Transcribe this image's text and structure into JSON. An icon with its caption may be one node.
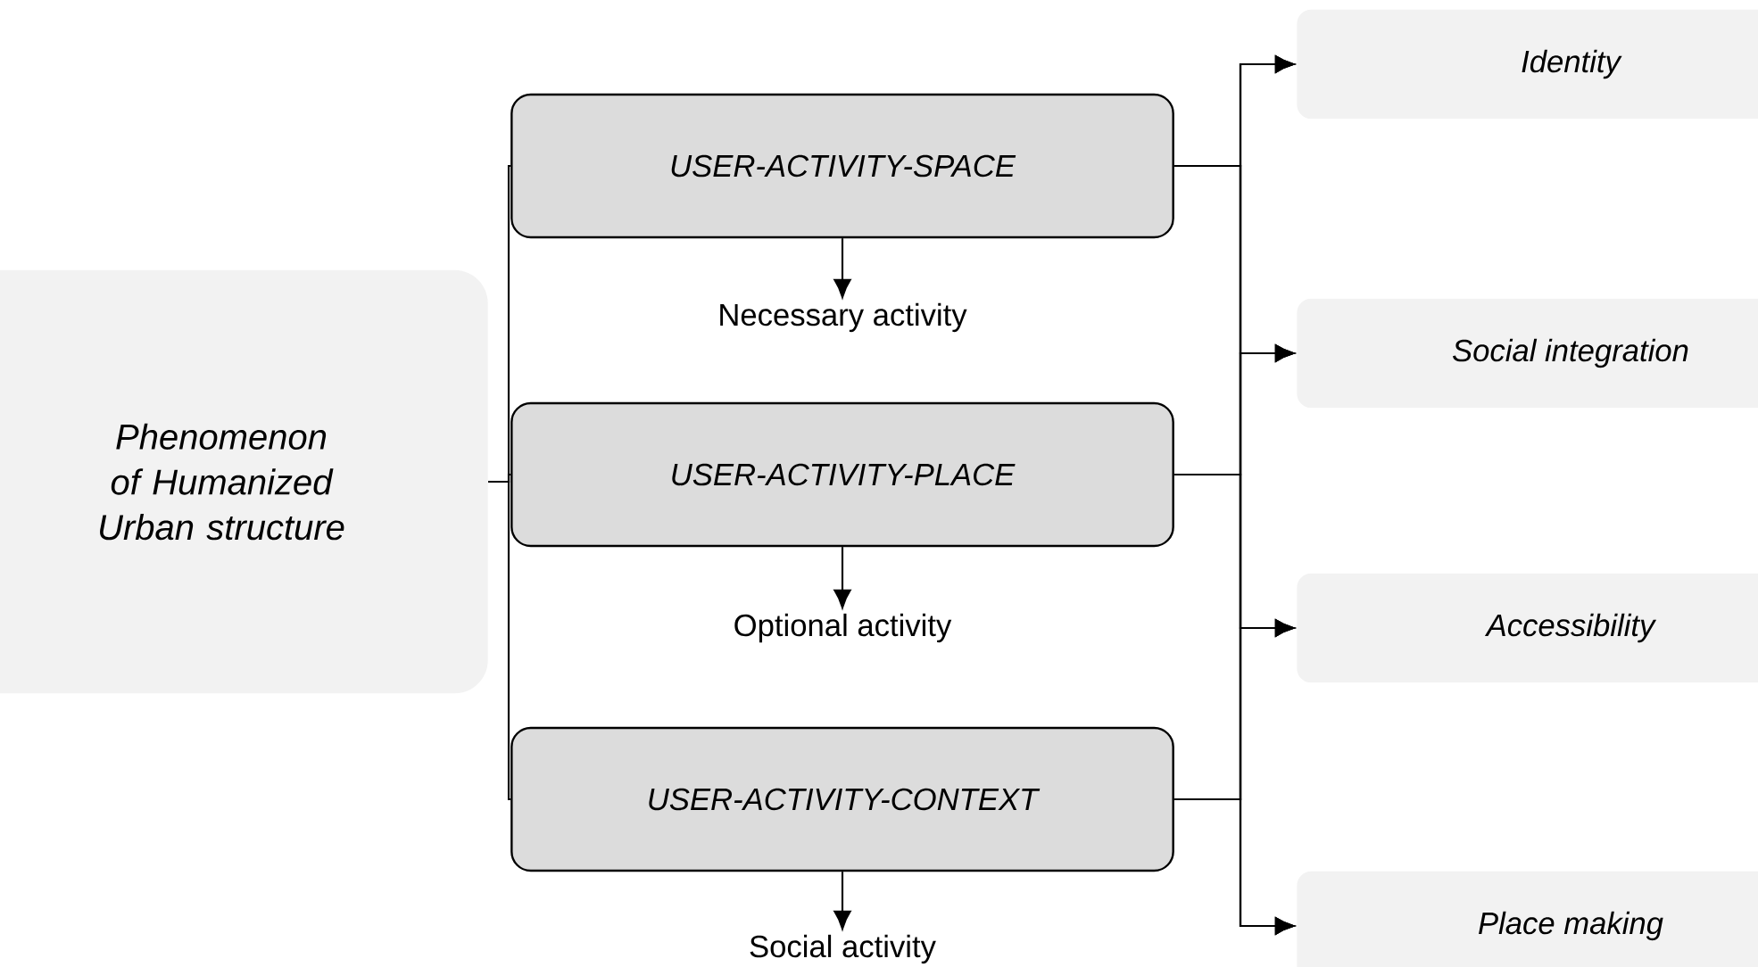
{
  "diagram": {
    "nodes": [
      {
        "text": [
          "Phenomenon of Humanized Urban structure"
        ]
      },
      {
        "text": [
          "USER-ACTIVITY-SPACE"
        ]
      },
      {
        "text": [
          "Necessary activity"
        ]
      },
      {
        "text": [
          "USER-ACTIVITY-PLACE"
        ]
      },
      {
        "text": [
          "Optional activity"
        ]
      },
      {
        "text": [
          "USER-ACTIVITY-CONTEXT"
        ]
      },
      {
        "text": [
          "Social activity"
        ]
      },
      {
        "text": [
          "Identity"
        ]
      },
      {
        "text": [
          "Social integration"
        ]
      },
      {
        "text": [
          "Accessibility"
        ]
      },
      {
        "text": [
          "Place making"
        ]
      }
    ],
    "edges": [
      {
        "from": 0,
        "to": 1,
        "arrow": "none"
      },
      {
        "from": 0,
        "to": 3,
        "arrow": "none"
      },
      {
        "from": 0,
        "to": 5,
        "arrow": "none"
      },
      {
        "from": 1,
        "to": 2,
        "arrow": "to"
      },
      {
        "from": 3,
        "to": 4,
        "arrow": "to"
      },
      {
        "from": 5,
        "to": 6,
        "arrow": "to"
      },
      {
        "from": 1,
        "to": 7,
        "arrow": "to"
      },
      {
        "from": 1,
        "to": 8,
        "arrow": "to"
      },
      {
        "from": 1,
        "to": 9,
        "arrow": "to"
      },
      {
        "from": 1,
        "to": 10,
        "arrow": "to"
      },
      {
        "from": 3,
        "to": 7,
        "arrow": "to"
      },
      {
        "from": 3,
        "to": 8,
        "arrow": "to"
      },
      {
        "from": 3,
        "to": 9,
        "arrow": "to"
      },
      {
        "from": 3,
        "to": 10,
        "arrow": "to"
      },
      {
        "from": 5,
        "to": 7,
        "arrow": "to"
      },
      {
        "from": 5,
        "to": 8,
        "arrow": "to"
      },
      {
        "from": 5,
        "to": 9,
        "arrow": "to"
      },
      {
        "from": 5,
        "to": 10,
        "arrow": "to"
      }
    ]
  }
}
